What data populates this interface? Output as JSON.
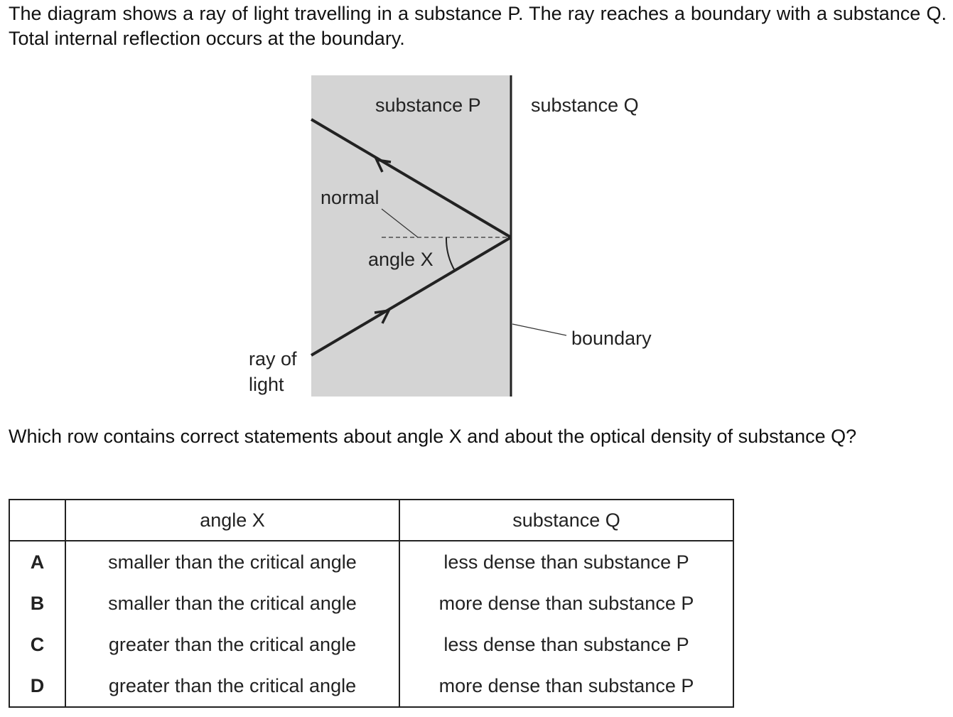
{
  "intro": "The diagram shows a ray of light travelling in a substance P. The ray reaches a boundary with a substance Q. Total internal reflection occurs at the boundary.",
  "diagram": {
    "substance_p": "substance P",
    "substance_q": "substance Q",
    "normal": "normal",
    "angle_x": "angle X",
    "boundary": "boundary",
    "ray_line1": "ray of",
    "ray_line2": "light",
    "colors": {
      "substance_p_fill": "#d4d4d4",
      "line": "#222222"
    }
  },
  "question": "Which row contains correct statements about angle X and about the optical density of substance Q?",
  "table": {
    "headers": [
      "",
      "angle X",
      "substance Q"
    ],
    "rows": [
      {
        "letter": "A",
        "angle": "smaller than the critical angle",
        "density": "less dense than substance P"
      },
      {
        "letter": "B",
        "angle": "smaller than the critical angle",
        "density": "more dense than substance P"
      },
      {
        "letter": "C",
        "angle": "greater than the critical angle",
        "density": "less dense than substance P"
      },
      {
        "letter": "D",
        "angle": "greater than the critical angle",
        "density": "more dense than substance P"
      }
    ]
  }
}
